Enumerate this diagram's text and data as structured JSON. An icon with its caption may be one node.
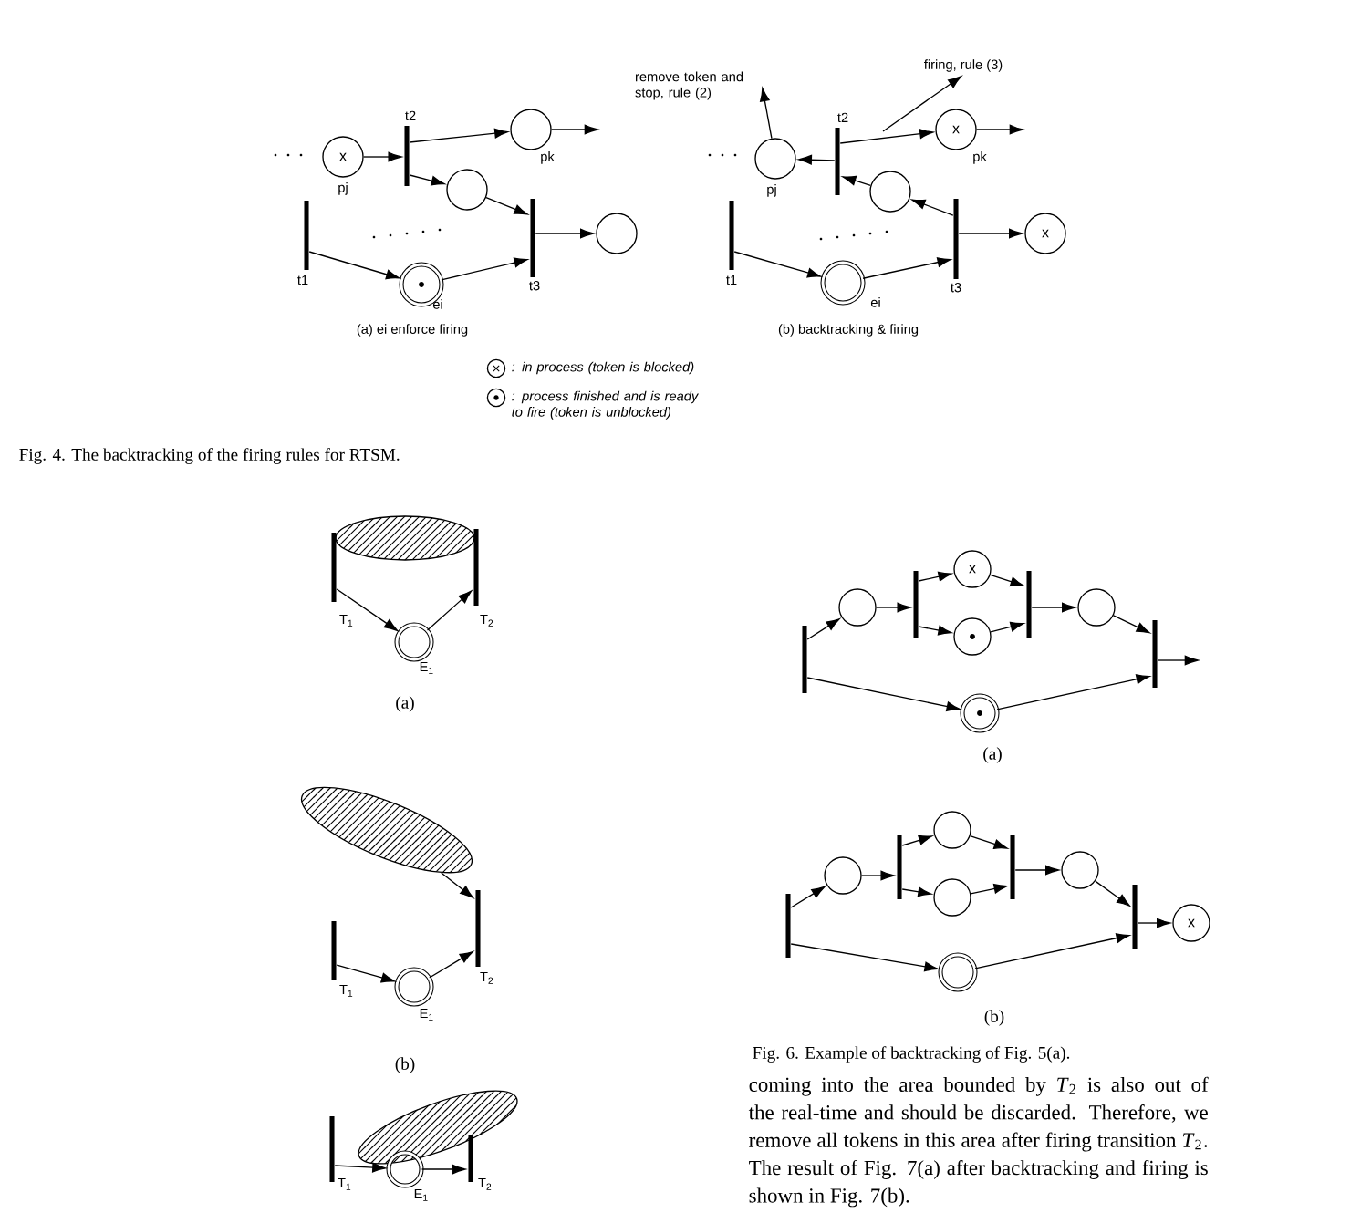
{
  "diagram": {
    "nodes": [
      {
        "text": [
          "x"
        ],
        "beside": [
          "pj"
        ]
      },
      {
        "text": [],
        "shape": "bar",
        "beside": [
          "t2"
        ]
      },
      {
        "text": [],
        "shape": "circle",
        "beside": [
          "pk"
        ]
      },
      {
        "text": [],
        "shape": "circle"
      },
      {
        "text": [],
        "shape": "bar",
        "beside": [
          "t3"
        ]
      },
      {
        "text": [],
        "shape": "circle"
      },
      {
        "text": [],
        "shape": "bar",
        "beside": [
          "t1"
        ]
      },
      {
        "text": [],
        "shape": "circle",
        "beside": [
          "ei"
        ]
      },
      {
        "text": [
          "remove token and stop, rule (2)"
        ]
      },
      {
        "text": [
          "firing, rule (3)"
        ]
      },
      {
        "text": [],
        "shape": "circle",
        "beside": [
          "pj"
        ]
      },
      {
        "text": [],
        "shape": "bar",
        "beside": [
          "t2"
        ]
      },
      {
        "text": [
          "x"
        ],
        "beside": [
          "pk"
        ]
      },
      {
        "text": [],
        "shape": "circle"
      },
      {
        "text": [],
        "shape": "bar",
        "beside": [
          "t3"
        ]
      },
      {
        "text": [
          "x"
        ]
      },
      {
        "text": [],
        "shape": "bar",
        "beside": [
          "t1"
        ]
      },
      {
        "text": [],
        "shape": "circle",
        "beside": [
          "ei"
        ]
      },
      {
        "text": [],
        "shape": "bar",
        "beside": [
          "T$_{1}$"
        ]
      },
      {
        "text": [],
        "shape": "ellipse"
      },
      {
        "text": [],
        "shape": "bar",
        "beside": [
          "T$_{2}$"
        ]
      },
      {
        "text": [],
        "shape": "circle",
        "beside": [
          "E$_{1}$"
        ]
      },
      {
        "text": [],
        "shape": "bar",
        "beside": [
          "T$_{1}$"
        ]
      },
      {
        "text": [],
        "shape": "ellipse"
      },
      {
        "text": [],
        "shape": "bar",
        "beside": [
          "T$_{2}$"
        ]
      },
      {
        "text": [],
        "shape": "circle",
        "beside": [
          "E$_{1}$"
        ]
      },
      {
        "text": [],
        "shape": "bar",
        "beside": [
          "T$_{1}$"
        ]
      },
      {
        "text": [],
        "shape": "ellipse"
      },
      {
        "text": [],
        "shape": "bar",
        "beside": [
          "T$_{2}$"
        ]
      },
      {
        "text": [],
        "shape": "circle",
        "beside": [
          "E$_{1}$"
        ]
      },
      {
        "text": [],
        "shape": "bar"
      },
      {
        "text": [],
        "shape": "circle"
      },
      {
        "text": [],
        "shape": "bar"
      },
      {
        "text": [
          "x"
        ]
      },
      {
        "text": [],
        "shape": "circle"
      },
      {
        "text": [],
        "shape": "bar"
      },
      {
        "text": [],
        "shape": "circle"
      },
      {
        "text": [],
        "shape": "bar"
      },
      {
        "text": [],
        "shape": "circle"
      },
      {
        "text": [],
        "shape": "bar"
      },
      {
        "text": [],
        "shape": "circle"
      },
      {
        "text": [],
        "shape": "bar"
      },
      {
        "text": [],
        "shape": "circle"
      },
      {
        "text": [],
        "shape": "circle"
      },
      {
        "text": [],
        "shape": "bar"
      },
      {
        "text": [],
        "shape": "circle"
      },
      {
        "text": [],
        "shape": "bar"
      },
      {
        "text": [
          "x"
        ]
      },
      {
        "text": [],
        "shape": "circle"
      }
    ],
    "edges": [
      {
        "from": 0,
        "to": 1,
        "arrow": "to"
      },
      {
        "from": 1,
        "to": 2,
        "arrow": "to"
      },
      {
        "from": 2,
        "to": null,
        "arrow": "to"
      },
      {
        "from": 1,
        "to": 3,
        "arrow": "to"
      },
      {
        "from": 3,
        "to": 4,
        "arrow": "to"
      },
      {
        "from": 4,
        "to": 5,
        "arrow": "to"
      },
      {
        "from": 6,
        "to": 7,
        "arrow": "to"
      },
      {
        "from": 7,
        "to": 4,
        "arrow": "to"
      },
      {
        "from": 10,
        "to": 8,
        "arrow": "to"
      },
      {
        "from": null,
        "to": 9,
        "arrow": "to"
      },
      {
        "from": 11,
        "to": 10,
        "arrow": "to"
      },
      {
        "from": 11,
        "to": 12,
        "arrow": "to"
      },
      {
        "from": 12,
        "to": null,
        "arrow": "to"
      },
      {
        "from": 13,
        "to": 11,
        "arrow": "to"
      },
      {
        "from": 14,
        "to": 13,
        "arrow": "to"
      },
      {
        "from": 14,
        "to": 15,
        "arrow": "to"
      },
      {
        "from": 16,
        "to": 17,
        "arrow": "to"
      },
      {
        "from": 17,
        "to": 14,
        "arrow": "to"
      },
      {
        "from": 18,
        "to": 21,
        "arrow": "to"
      },
      {
        "from": 21,
        "to": 20,
        "arrow": "to"
      },
      {
        "from": 22,
        "to": 25,
        "arrow": "to"
      },
      {
        "from": 25,
        "to": 24,
        "arrow": "to"
      },
      {
        "from": 23,
        "to": 24,
        "arrow": "to"
      },
      {
        "from": 26,
        "to": 29,
        "arrow": "to"
      },
      {
        "from": 29,
        "to": 28,
        "arrow": "to"
      },
      {
        "from": 30,
        "to": 31,
        "arrow": "to"
      },
      {
        "from": 31,
        "to": 32,
        "arrow": "to"
      },
      {
        "from": 32,
        "to": 33,
        "arrow": "to"
      },
      {
        "from": 32,
        "to": 34,
        "arrow": "to"
      },
      {
        "from": 33,
        "to": 35,
        "arrow": "to"
      },
      {
        "from": 34,
        "to": 35,
        "arrow": "to"
      },
      {
        "from": 35,
        "to": 36,
        "arrow": "to"
      },
      {
        "from": 36,
        "to": 37,
        "arrow": "to"
      },
      {
        "from": 37,
        "to": null,
        "arrow": "to"
      },
      {
        "from": 30,
        "to": 38,
        "arrow": "to"
      },
      {
        "from": 38,
        "to": 37,
        "arrow": "to"
      },
      {
        "from": 39,
        "to": 40,
        "arrow": "to"
      },
      {
        "from": 40,
        "to": 41,
        "arrow": "to"
      },
      {
        "from": 41,
        "to": 42,
        "arrow": "to"
      },
      {
        "from": 41,
        "to": 43,
        "arrow": "to"
      },
      {
        "from": 42,
        "to": 44,
        "arrow": "to"
      },
      {
        "from": 43,
        "to": 44,
        "arrow": "to"
      },
      {
        "from": 44,
        "to": 45,
        "arrow": "to"
      },
      {
        "from": 45,
        "to": 46,
        "arrow": "to"
      },
      {
        "from": 46,
        "to": 47,
        "arrow": "to"
      },
      {
        "from": 39,
        "to": 48,
        "arrow": "to"
      },
      {
        "from": 48,
        "to": 46,
        "arrow": "to"
      }
    ],
    "labels": [
      "(a) ei enforce firing",
      "(b) backtracking & firing",
      "Fig. 4. The backtracking of the firing rules for RTSM.",
      "(a)",
      "(a)",
      "(b)",
      "(b)",
      "Fig. 6. Example of backtracking of Fig. 5(a).",
      "coming into the area bounded by *T*$_{2}$ is also out of the real-time and should be discarded. Therefore, we remove all tokens in this area after firing transition *T*$_{2}$. The result of Fig. 7(a) after backtracking and firing is shown in Fig. 7(b)."
    ],
    "legend": [
      {
        "text": ": in process (token is blocked)"
      },
      {
        "text": ": process finished and is ready to fire (token is unblocked)"
      }
    ]
  }
}
